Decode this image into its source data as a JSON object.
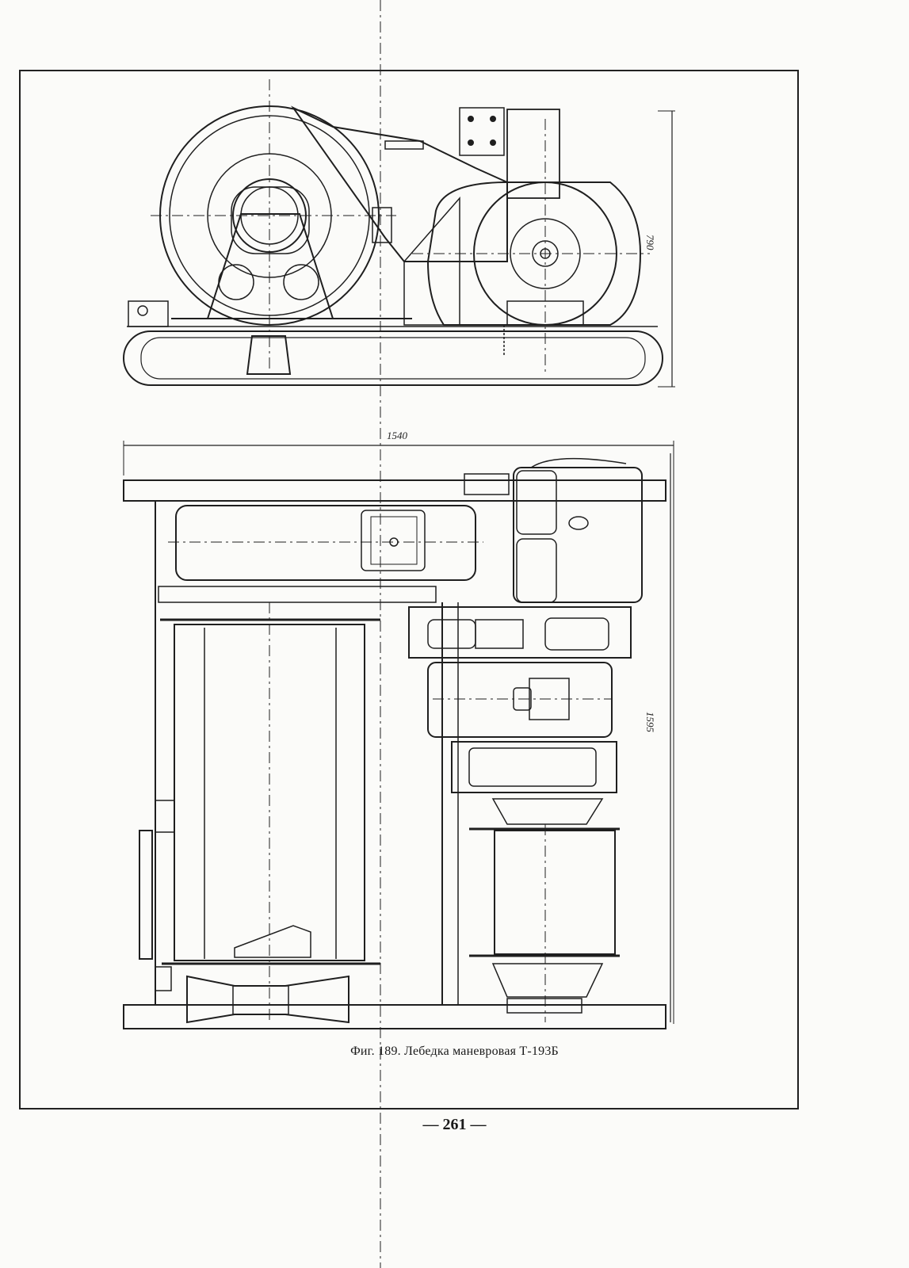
{
  "figure": {
    "caption": "Фиг. 189. Лебедка маневровая Т-193Б",
    "dimensions": {
      "side_height": "790",
      "plan_width": "1540",
      "plan_length": "1595"
    }
  },
  "page": {
    "number": "— 261 —"
  }
}
